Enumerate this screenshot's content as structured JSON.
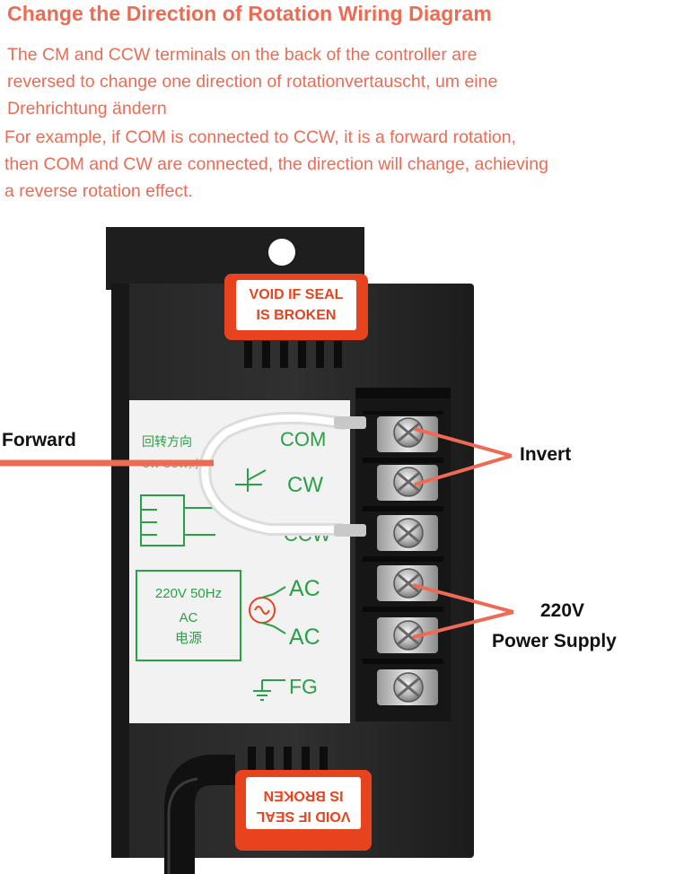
{
  "title": "Change the Direction of Rotation Wiring Diagram",
  "paragraph1": {
    "line1": "The CM and CCW terminals on the back of the controller are",
    "line2": "reversed to change one direction of rotationvertauscht, um eine",
    "line3": "Drehrichtung ändern"
  },
  "paragraph2": {
    "line1": "For example, if COM is connected to CCW, it is a forward rotation,",
    "line2": "then COM and CW are connected, the direction will change, achieving",
    "line3": "a reverse rotation effect."
  },
  "callouts": {
    "forward": "Forward",
    "invert": "Invert",
    "voltage": "220V",
    "power_supply": "Power Supply"
  },
  "seal": {
    "line1": "VOID IF SEAL",
    "line2": "IS BROKEN"
  },
  "panel": {
    "header": "回转方向",
    "swap": "CW CCW对换",
    "com": "COM",
    "cw": "CW",
    "ccw": "CCW",
    "ac_box_voltage": "220V 50Hz",
    "ac_box_ac": "AC",
    "ac_box_source": "电源",
    "ac1": "AC",
    "ac2": "AC",
    "fg": "FG"
  },
  "colors": {
    "accent": "#ee6a52",
    "seal_red": "#e8431f",
    "panel_green": "#29a046",
    "housing": "#1f1f1f"
  }
}
